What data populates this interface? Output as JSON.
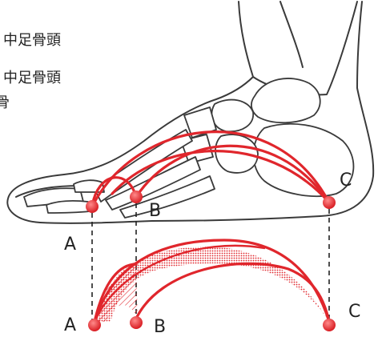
{
  "annotations": {
    "line1": "中足骨頭",
    "line2": "中足骨頭",
    "line3": "骨"
  },
  "points": {
    "top": {
      "a": "A",
      "b": "B",
      "c": "C"
    },
    "bottom": {
      "a": "A",
      "b": "B",
      "c": "C"
    }
  },
  "colors": {
    "arch": "#e0262c",
    "marker": "#e0262c",
    "outline": "#3a3a3a",
    "background": "#ffffff"
  },
  "legend_icons": [
    "foot-outline",
    "arch-lines",
    "dashed-guides",
    "arch-hatched-sheet"
  ]
}
